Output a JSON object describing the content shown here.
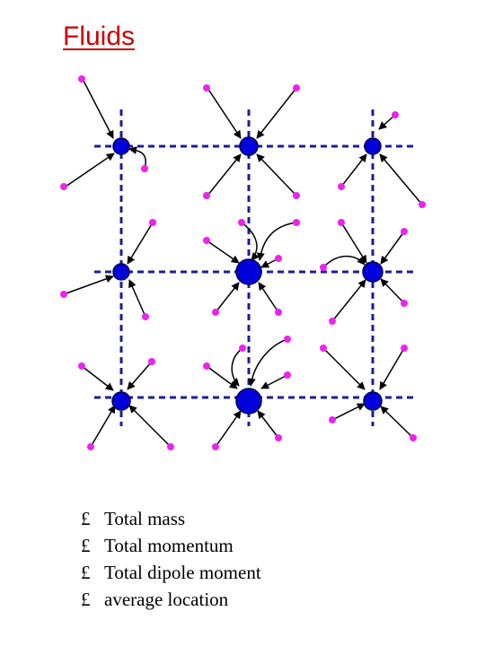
{
  "title": "Fluids",
  "colors": {
    "title": "#cc0000",
    "grid": "#1c1c9c",
    "node_fill": "#0000dd",
    "node_stroke": "#000044",
    "particle": "#ee22ee",
    "arrow": "#000000"
  },
  "icons": {
    "bullet": "pound-sign-bullet-icon"
  },
  "bullets": [
    {
      "marker": "£",
      "text": "Total mass"
    },
    {
      "marker": "£",
      "text": "Total momentum"
    },
    {
      "marker": "£",
      "text": "Total dipole moment"
    },
    {
      "marker": "£",
      "text": "average location"
    }
  ]
}
